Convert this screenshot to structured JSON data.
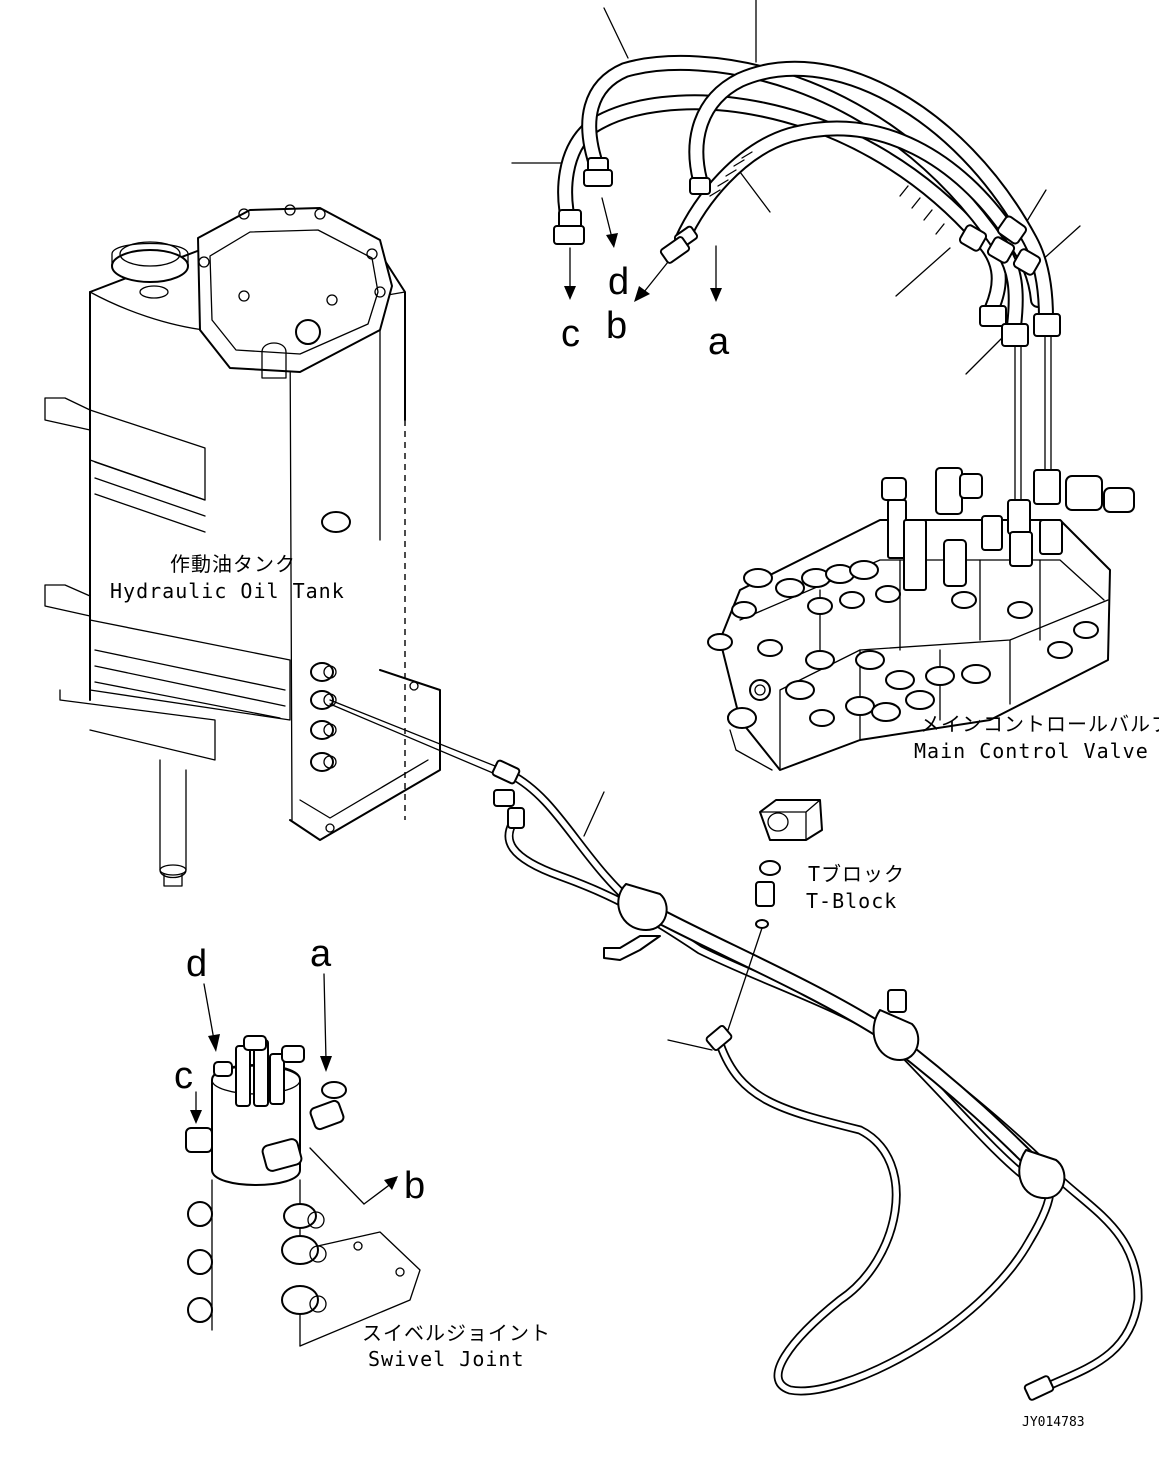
{
  "callouts": {
    "top": {
      "a": "a",
      "b": "b",
      "c": "c",
      "d": "d"
    },
    "swivel": {
      "a": "a",
      "b": "b",
      "c": "c",
      "d": "d"
    }
  },
  "components": {
    "hydraulic_oil_tank": {
      "label_jp": "作動油タンク",
      "label_en": "Hydraulic Oil Tank"
    },
    "main_control_valve": {
      "label_jp": "メインコントロールバルブ",
      "label_en": "Main Control Valve"
    },
    "t_block": {
      "label_jp": "Tブロック",
      "label_en": "T-Block"
    },
    "swivel_joint": {
      "label_jp": "スイベルジョイント",
      "label_en": "Swivel Joint"
    }
  },
  "drawing_code": "JY014783"
}
